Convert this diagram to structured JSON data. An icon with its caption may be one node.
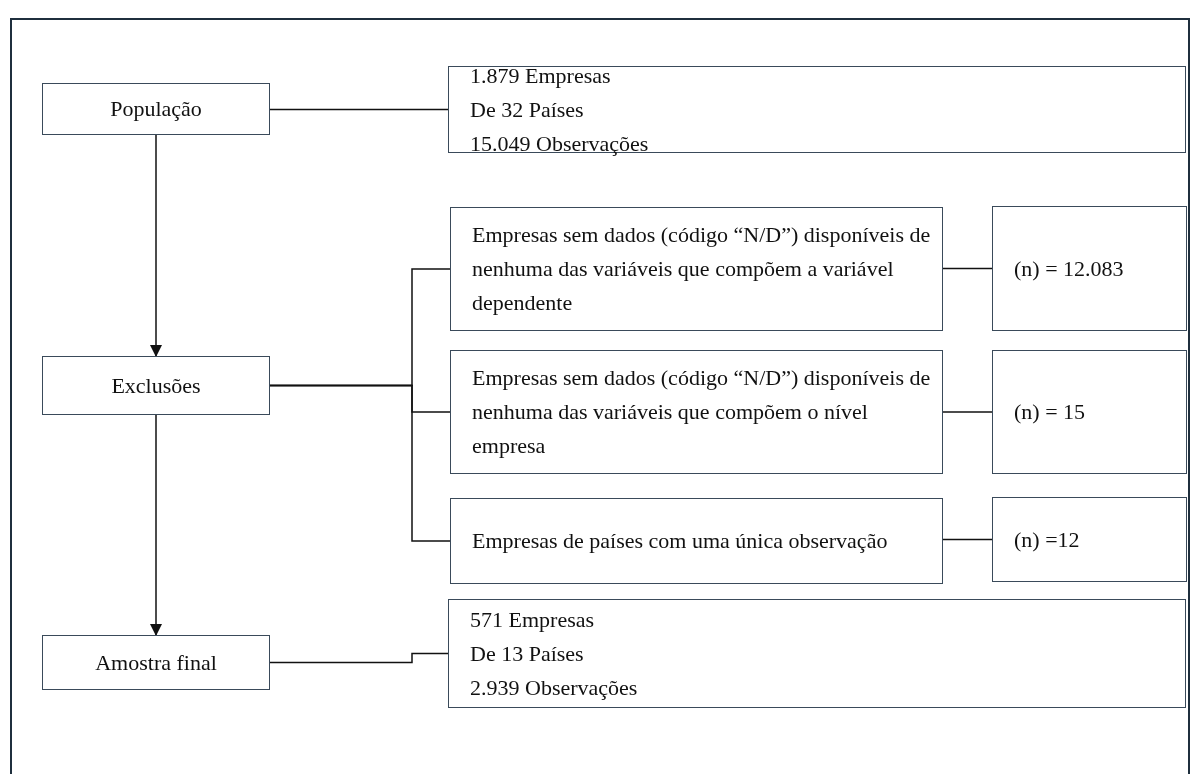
{
  "diagram": {
    "nodes": [
      {
        "text": [
          "População"
        ]
      },
      {
        "text": [
          "1.879 Empresas",
          "De 32 Países",
          "15.049 Observações"
        ]
      },
      {
        "text": [
          "Exclusões"
        ]
      },
      {
        "text": [
          "Empresas sem dados (código “N/D”) disponíveis de nenhuma das variáveis que compõem a variável dependente"
        ]
      },
      {
        "text": [
          "(n) = 12.083"
        ]
      },
      {
        "text": [
          "Empresas sem dados (código “N/D”) disponíveis de nenhuma das variáveis que compõem o nível empresa"
        ]
      },
      {
        "text": [
          "(n) = 15"
        ]
      },
      {
        "text": [
          "Empresas de países com uma única observação"
        ]
      },
      {
        "text": [
          "(n) =12"
        ]
      },
      {
        "text": [
          "Amostra final"
        ]
      },
      {
        "text": [
          "571 Empresas",
          "De 13 Países",
          "2.939 Observações"
        ]
      }
    ],
    "edges": [
      {
        "from": 0,
        "to": 1,
        "arrow": "none"
      },
      {
        "from": 0,
        "to": 2,
        "arrow": "to"
      },
      {
        "from": 2,
        "to": 3,
        "arrow": "none"
      },
      {
        "from": 2,
        "to": 5,
        "arrow": "none"
      },
      {
        "from": 2,
        "to": 7,
        "arrow": "none"
      },
      {
        "from": 3,
        "to": 4,
        "arrow": "none"
      },
      {
        "from": 5,
        "to": 6,
        "arrow": "none"
      },
      {
        "from": 7,
        "to": 8,
        "arrow": "none"
      },
      {
        "from": 2,
        "to": 9,
        "arrow": "to"
      },
      {
        "from": 9,
        "to": 10,
        "arrow": "none"
      }
    ]
  }
}
